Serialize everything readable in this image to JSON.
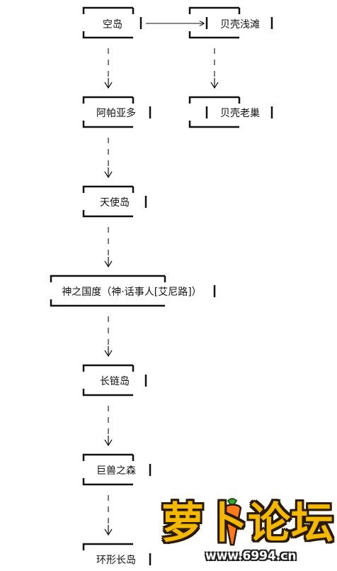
{
  "nodes": {
    "kongdao": "空岛",
    "beike_qiantan": "贝壳浅滩",
    "apayaduo": "阿帕亚多",
    "beike_laochao": "贝壳老巢",
    "tianshidao": "天使岛",
    "shenzhiguodu": "神之国度（神·话事人[艾尼路]）",
    "changliandao": "长链岛",
    "jushouzhisen": "巨兽之森",
    "huanxingchangdao": "环形长岛"
  },
  "watermark": {
    "text": "萝卜论坛",
    "url": "www.6994.cn"
  }
}
